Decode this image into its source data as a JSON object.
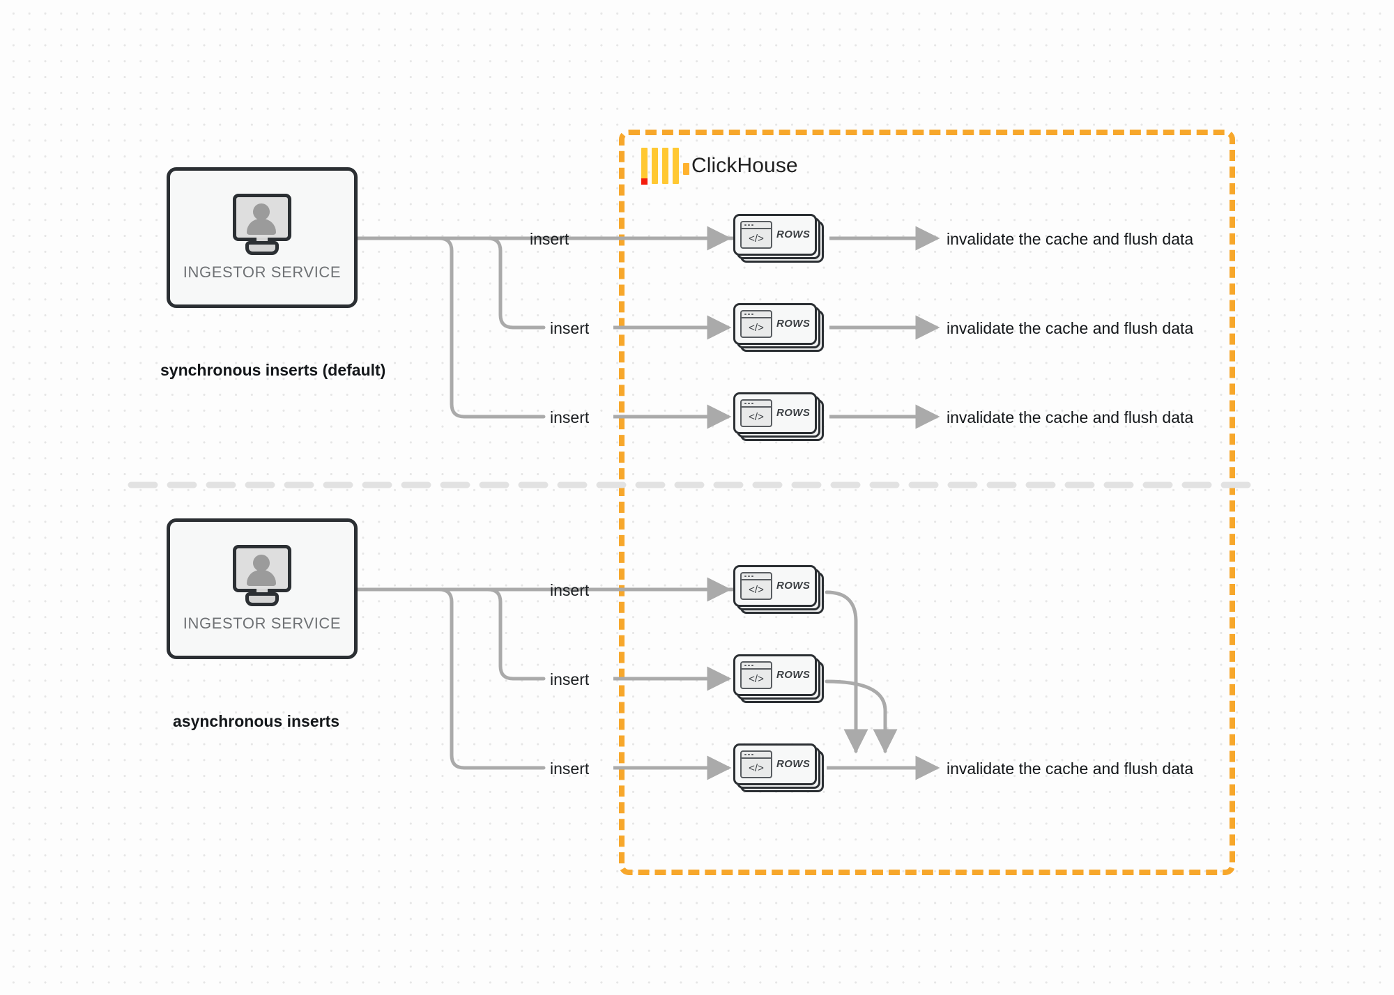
{
  "diagram": {
    "title": "ClickHouse synchronous vs asynchronous inserts",
    "background": "#fdfdfd",
    "accent_color": "#F7A72B",
    "line_color": "#aaaaaa"
  },
  "clickhouse": {
    "label": "ClickHouse",
    "logo_name": "clickhouse-logo",
    "boundary_color": "#F7A72B"
  },
  "sections": [
    {
      "id": "synchronous",
      "label": "synchronous inserts (default)",
      "service": {
        "label": "INGESTOR SERVICE",
        "icon": "monitor-user-icon"
      },
      "edges": [
        {
          "insert_label": "insert",
          "card_label": "ROWS",
          "result_label": "invalidate the cache and flush data"
        },
        {
          "insert_label": "insert",
          "card_label": "ROWS",
          "result_label": "invalidate the cache and flush data"
        },
        {
          "insert_label": "insert",
          "card_label": "ROWS",
          "result_label": "invalidate the cache and flush data"
        }
      ]
    },
    {
      "id": "asynchronous",
      "label": "asynchronous inserts",
      "service": {
        "label": "INGESTOR SERVICE",
        "icon": "monitor-user-icon"
      },
      "edges": [
        {
          "insert_label": "insert",
          "card_label": "ROWS",
          "result_label": ""
        },
        {
          "insert_label": "insert",
          "card_label": "ROWS",
          "result_label": ""
        },
        {
          "insert_label": "insert",
          "card_label": "ROWS",
          "result_label": "invalidate the cache and flush data"
        }
      ]
    }
  ]
}
